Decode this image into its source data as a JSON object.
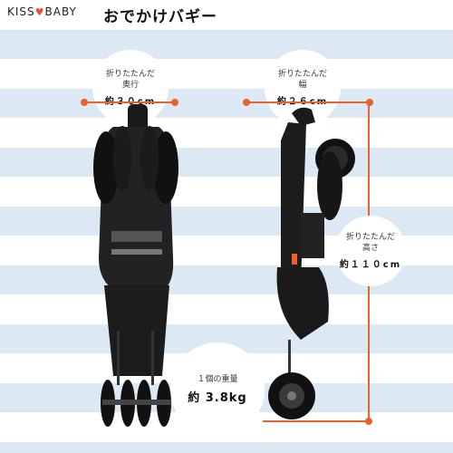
{
  "header": {
    "logo_left": "KISS",
    "logo_heart": "♥",
    "logo_right": "BABY",
    "title": "おでかけバギー"
  },
  "specs": {
    "depth": {
      "label": "折りたたんだ",
      "sub": "奥行",
      "value": "約３０cm"
    },
    "width": {
      "label": "折りたたんだ",
      "sub": "幅",
      "value": "約２６cm"
    },
    "height": {
      "label": "折りたたんだ",
      "sub": "高さ",
      "value": "約１１０cm"
    },
    "weight": {
      "label": "１個の重量",
      "value": "約 3.8kg"
    }
  },
  "colors": {
    "accent": "#e8622a",
    "stripe": "#dce8f3",
    "frame": "#1a1a1a"
  }
}
